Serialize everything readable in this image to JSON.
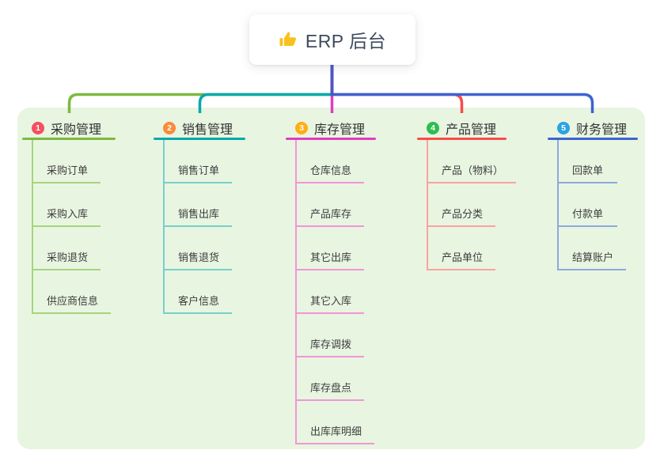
{
  "root": {
    "label": "ERP 后台",
    "icon": "thumbs-up-icon",
    "icon_color": "#f8c11c",
    "text_color": "#3e4a5e"
  },
  "panel": {
    "background": "#e8f5e1"
  },
  "connector": {
    "root_color": "#4f55c7"
  },
  "branches": [
    {
      "num": "1",
      "label": "采购管理",
      "badge_color": "#f4505f",
      "line_color": "#7cb93f",
      "light_color": "#a5d57d",
      "children": [
        "采购订单",
        "采购入库",
        "采购退货",
        "供应商信息"
      ]
    },
    {
      "num": "2",
      "label": "销售管理",
      "badge_color": "#f98b3c",
      "line_color": "#00a9ac",
      "light_color": "#76d0c9",
      "children": [
        "销售订单",
        "销售出库",
        "销售退货",
        "客户信息"
      ]
    },
    {
      "num": "3",
      "label": "库存管理",
      "badge_color": "#ffae12",
      "line_color": "#e03cc0",
      "light_color": "#f295d6",
      "children": [
        "仓库信息",
        "产品库存",
        "其它出库",
        "其它入库",
        "库存调拨",
        "库存盘点",
        "出库库明细"
      ]
    },
    {
      "num": "4",
      "label": "产品管理",
      "badge_color": "#2ebd51",
      "line_color": "#fa4b4b",
      "light_color": "#f9a3a0",
      "children": [
        "产品（物料）",
        "产品分类",
        "产品单位"
      ]
    },
    {
      "num": "5",
      "label": "财务管理",
      "badge_color": "#29a3e3",
      "line_color": "#3d62d2",
      "light_color": "#8ea8dc",
      "children": [
        "回款单",
        "付款单",
        "结算账户"
      ]
    }
  ]
}
